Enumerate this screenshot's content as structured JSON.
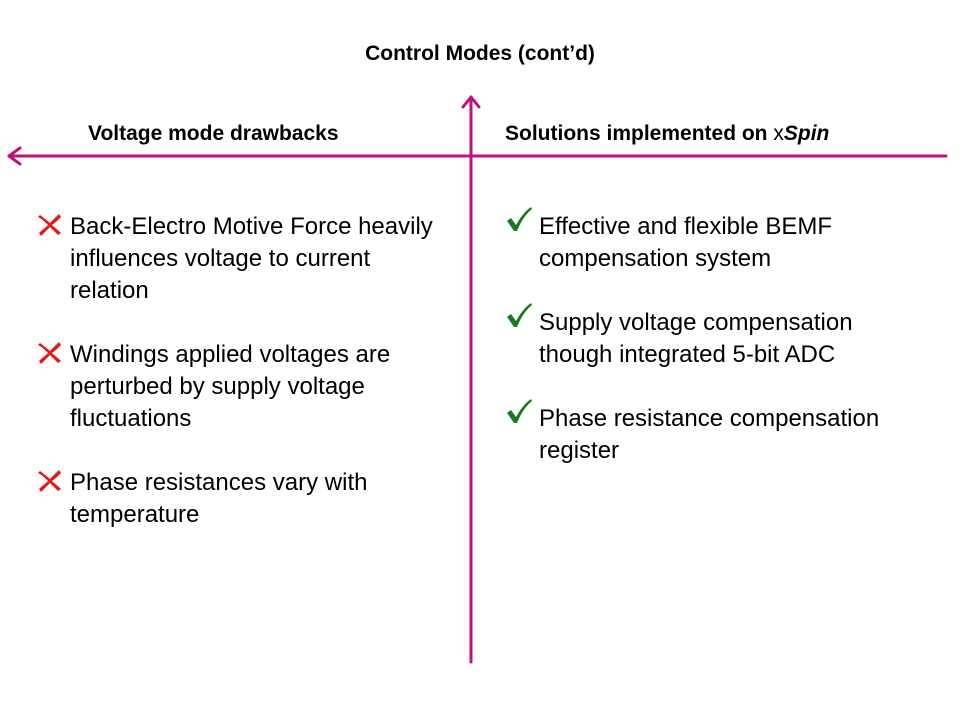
{
  "slide": {
    "title": "Control Modes (cont’d)",
    "accent_color": "#C0127F",
    "cross_color": "#E8141B",
    "check_color": "#1C7A1C"
  },
  "left": {
    "header": "Voltage mode drawbacks",
    "items": [
      {
        "icon": "cross-icon",
        "text": "Back-Electro Motive Force heavily influences voltage to current relation"
      },
      {
        "icon": "cross-icon",
        "text": "Windings applied voltages are perturbed by supply voltage fluctuations"
      },
      {
        "icon": "cross-icon",
        "text": "Phase resistances vary with temperature"
      }
    ]
  },
  "right": {
    "header_prefix": "Solutions implemented on ",
    "header_x": "x",
    "header_spin": "Spin",
    "items": [
      {
        "icon": "checkmark-icon",
        "text": "Effective and flexible BEMF compensation system"
      },
      {
        "icon": "checkmark-icon",
        "text": "Supply voltage compensation though integrated 5-bit ADC"
      },
      {
        "icon": "checkmark-icon",
        "text": "Phase resistance compensation register"
      }
    ]
  }
}
